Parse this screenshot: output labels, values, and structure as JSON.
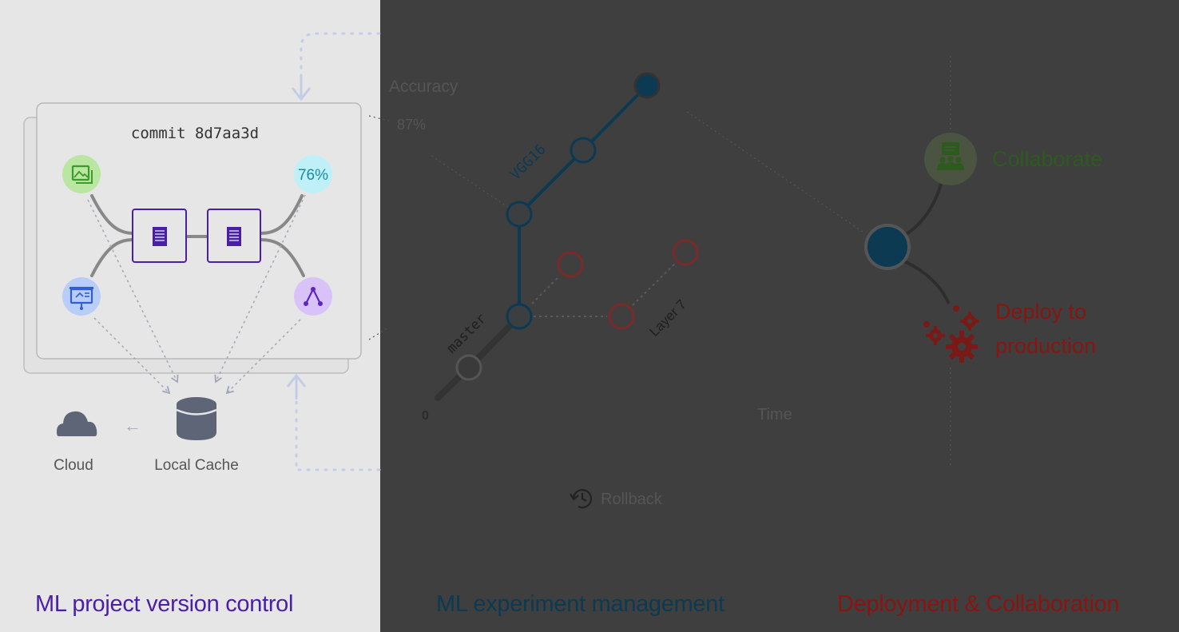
{
  "sections": {
    "version_control": {
      "title": "ML project version control",
      "commit_label": "commit 8d7aa3d",
      "metric_badge": "76%",
      "cloud_label": "Cloud",
      "cache_label": "Local Cache",
      "arrow_left": "←"
    },
    "experiment_management": {
      "title": "ML experiment management",
      "y_axis_label": "Accuracy",
      "y_value_label": "87%",
      "origin_label": "0",
      "x_axis_label": "Time",
      "branch_labels": {
        "master": "master",
        "vgg16": "VGG16",
        "layer7": "Layer 7"
      },
      "rollback_label": "Rollback"
    },
    "deployment": {
      "title": "Deployment & Collaboration",
      "collaborate_label": "Collaborate",
      "deploy_label_line1": "Deploy to",
      "deploy_label_line2": "production"
    }
  },
  "colors": {
    "left_bg": "#e6e6e6",
    "right_bg": "#3f3f3f",
    "purple": "#4a1fa8",
    "navy": "#0b3a52",
    "green": "#2d5a1f",
    "red": "#8a1410",
    "connector_gray": "#8a8a8a",
    "dotted_blue": "#b9c6e6"
  },
  "icons": {
    "image_file": "image-icon",
    "presentation_file": "presentation-icon",
    "model_file": "graph-icon",
    "code_file": "document-icon",
    "cloud": "cloud-icon",
    "cache": "database-icon",
    "collaborate": "people-icon",
    "deploy": "gears-icon",
    "rollback": "history-icon"
  }
}
